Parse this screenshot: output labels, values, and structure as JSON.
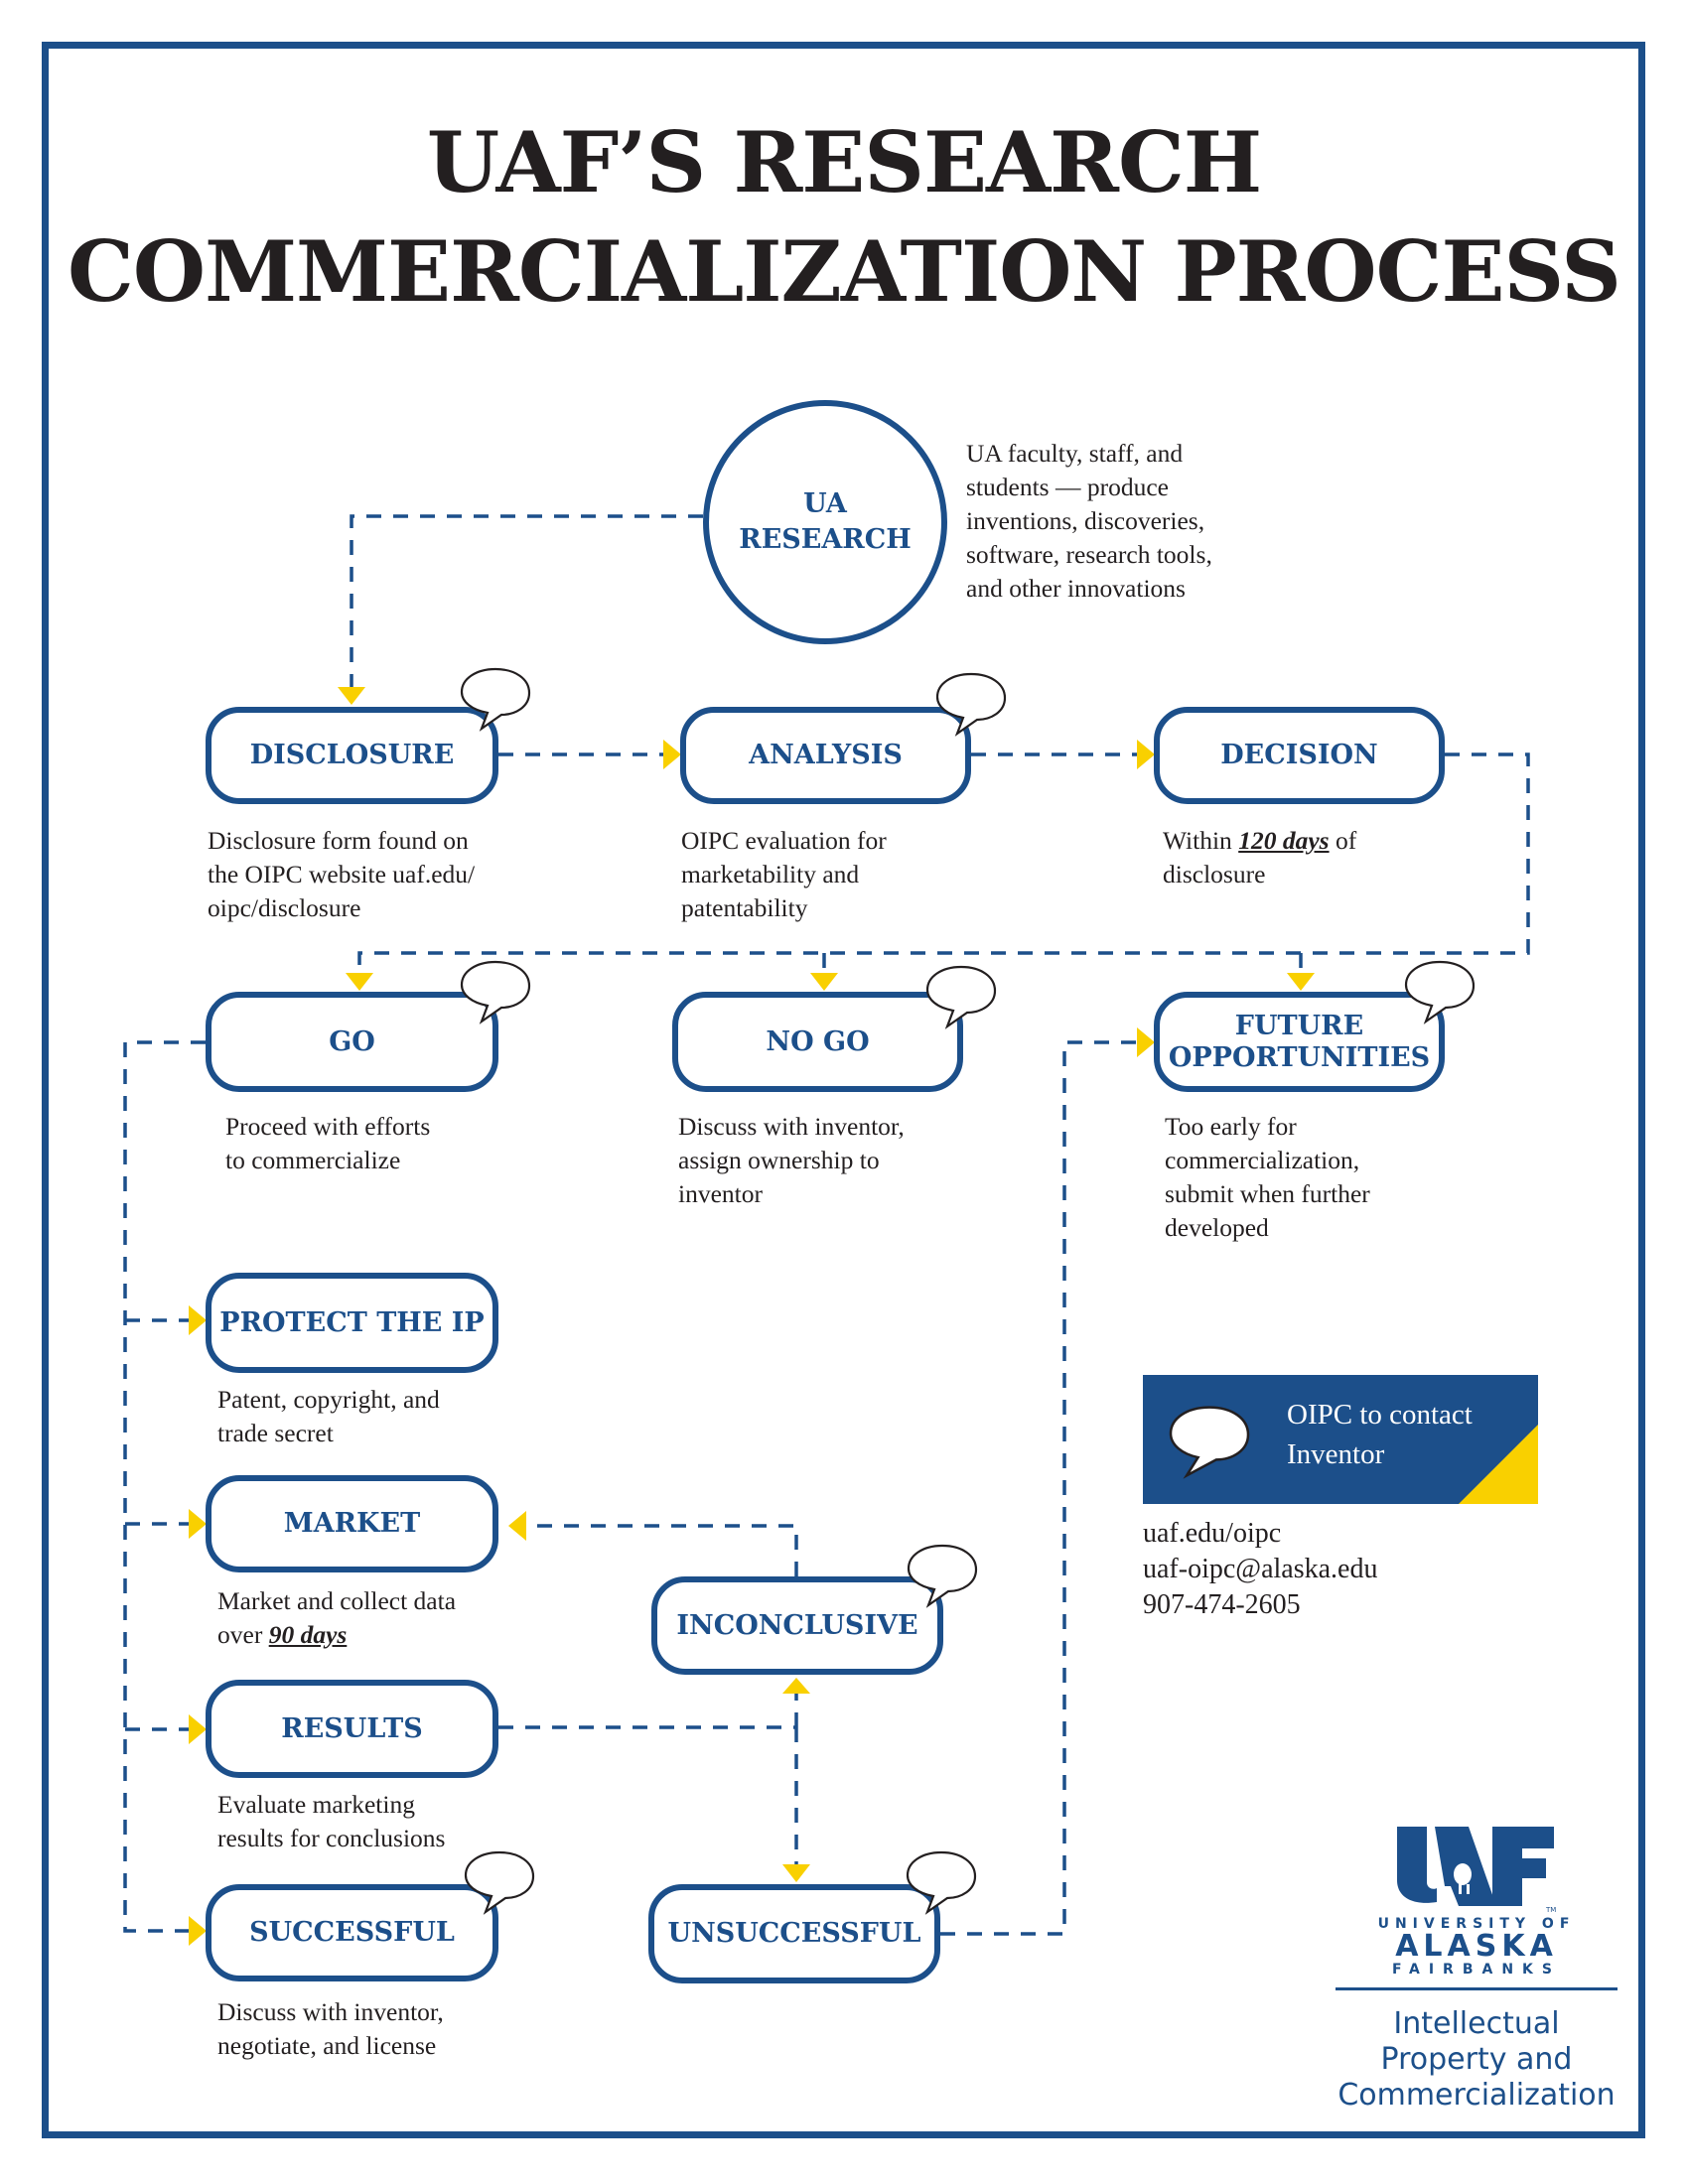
{
  "title": {
    "line1": "UAF’S RESEARCH",
    "line2": "COMMERCIALIZATION PROCESS"
  },
  "start": {
    "label_line1": "UA",
    "label_line2": "RESEARCH",
    "description": "UA faculty, staff, and students — produce inventions, discoveries, software, research tools, and other innovations",
    "description_lines": [
      "UA faculty, staff, and",
      "students — produce",
      "inventions, discoveries,",
      "software, research tools,",
      "and other innovations"
    ]
  },
  "steps": {
    "disclosure": {
      "label": "DISCLOSURE",
      "has_contact_bubble": true,
      "description_lines": [
        "Disclosure form found on",
        "the OIPC website uaf.edu/",
        "oipc/disclosure"
      ]
    },
    "analysis": {
      "label": "ANALYSIS",
      "has_contact_bubble": true,
      "description_lines": [
        "OIPC evaluation for",
        "marketability and",
        "patentability"
      ]
    },
    "decision": {
      "label": "DECISION",
      "has_contact_bubble": false,
      "description_pre": "Within ",
      "description_emphasis": "120 days",
      "description_post": " of",
      "description_line2": "disclosure"
    },
    "go": {
      "label": "GO",
      "has_contact_bubble": true,
      "description_lines": [
        "Proceed with efforts",
        "to commercialize"
      ]
    },
    "no_go": {
      "label": "NO GO",
      "has_contact_bubble": true,
      "description_lines": [
        "Discuss with inventor,",
        "assign ownership to",
        "inventor"
      ]
    },
    "future": {
      "label_line1": "FUTURE",
      "label_line2": "OPPORTUNITIES",
      "has_contact_bubble": true,
      "description_lines": [
        "Too early for",
        "commercialization,",
        "submit when further",
        "developed"
      ]
    },
    "protect": {
      "label": "PROTECT THE IP",
      "has_contact_bubble": false,
      "description_lines": [
        "Patent, copyright, and",
        "trade secret"
      ]
    },
    "market": {
      "label": "MARKET",
      "has_contact_bubble": false,
      "description_line1": "Market and collect data",
      "description_pre": "over ",
      "description_emphasis": "90 days"
    },
    "inconclusive": {
      "label": "INCONCLUSIVE",
      "has_contact_bubble": true
    },
    "results": {
      "label": "RESULTS",
      "has_contact_bubble": false,
      "description_lines": [
        "Evaluate marketing",
        "results for conclusions"
      ]
    },
    "successful": {
      "label": "SUCCESSFUL",
      "has_contact_bubble": true,
      "description_lines": [
        "Discuss with inventor,",
        "negotiate, and license"
      ]
    },
    "unsuccessful": {
      "label": "UNSUCCESSFUL",
      "has_contact_bubble": true
    }
  },
  "flows": [
    {
      "from": "UA RESEARCH",
      "to": "DISCLOSURE"
    },
    {
      "from": "DISCLOSURE",
      "to": "ANALYSIS"
    },
    {
      "from": "ANALYSIS",
      "to": "DECISION"
    },
    {
      "from": "DECISION",
      "to": "GO"
    },
    {
      "from": "DECISION",
      "to": "NO GO"
    },
    {
      "from": "DECISION",
      "to": "FUTURE OPPORTUNITIES"
    },
    {
      "from": "GO",
      "to": "PROTECT THE IP"
    },
    {
      "from": "GO",
      "to": "MARKET"
    },
    {
      "from": "GO",
      "to": "RESULTS"
    },
    {
      "from": "GO",
      "to": "SUCCESSFUL"
    },
    {
      "from": "RESULTS",
      "to": "INCONCLUSIVE"
    },
    {
      "from": "RESULTS",
      "to": "UNSUCCESSFUL"
    },
    {
      "from": "INCONCLUSIVE",
      "to": "MARKET"
    },
    {
      "from": "UNSUCCESSFUL",
      "to": "FUTURE OPPORTUNITIES"
    }
  ],
  "legend": {
    "icon": "speech-bubble-icon",
    "line1": "OIPC to contact",
    "line2": "Inventor"
  },
  "contact": {
    "website": "uaf.edu/oipc",
    "email": "uaf-oipc@alaska.edu",
    "phone": "907-474-2605"
  },
  "logo": {
    "mark": "UAF",
    "line1": "UNIVERSITY OF",
    "line2": "ALASKA",
    "line3": "FAIRBANKS",
    "trademark": "TM",
    "dept_lines": [
      "Intellectual",
      "Property and",
      "Commercialization"
    ]
  },
  "colors": {
    "brand_blue": "#1c4f8a",
    "accent_yellow": "#f9d000",
    "text_dark": "#231f20"
  }
}
